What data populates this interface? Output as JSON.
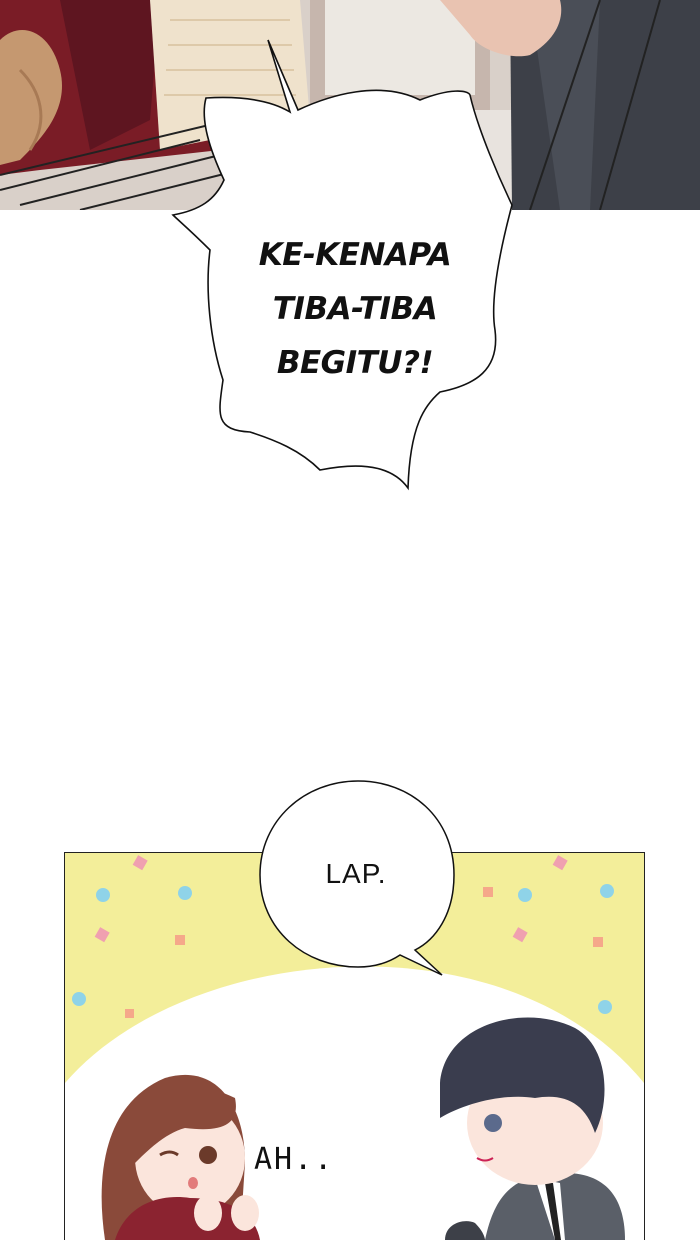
{
  "panels": [
    {
      "scene": "top-panel-scene"
    },
    {
      "scene": "bottom-panel-scene"
    }
  ],
  "bubbles": {
    "shout_line1": "KE-KENAPA",
    "shout_line2": "TIBA-TIBA",
    "shout_line3": "BEGITU?!",
    "speech": "LAP.",
    "sfx": "AH.."
  },
  "colors": {
    "background": "#ffffff",
    "panel_yellow": "#f3ee9a",
    "hair_dark": "#3a3d4e",
    "hair_brown": "#8a4a3a",
    "suit_gray": "#5a5f68",
    "sweater_red": "#8b2330"
  }
}
